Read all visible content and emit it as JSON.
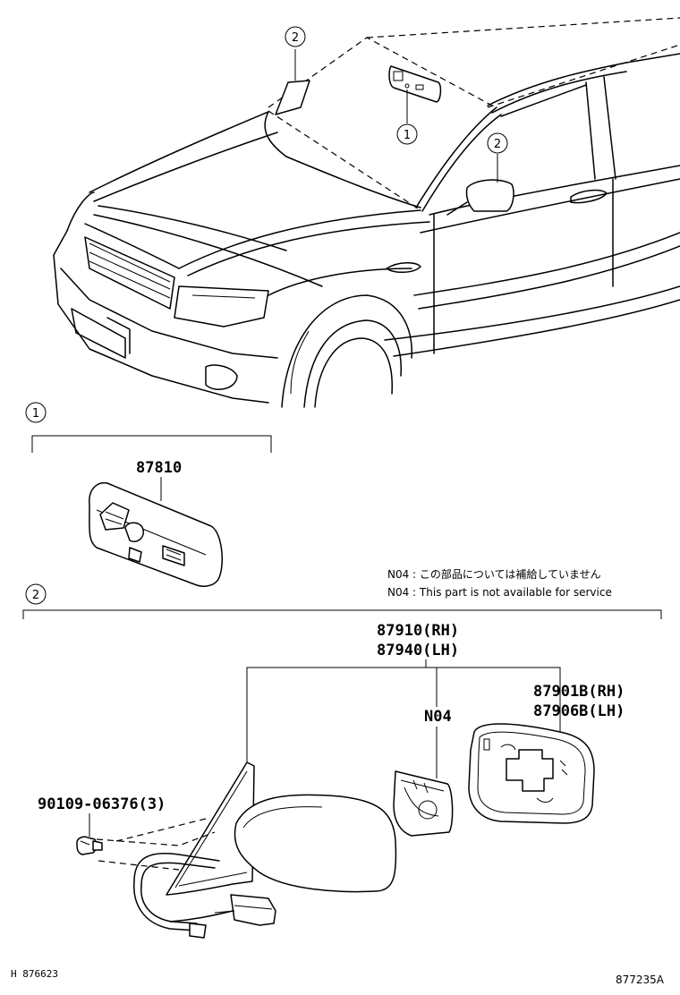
{
  "callouts": {
    "c1_top": "1",
    "c2_top_left": "2",
    "c2_top_right": "2",
    "c1_section": "1",
    "c2_section": "2",
    "c1_ref": "1",
    "c2_ref": "2"
  },
  "parts": {
    "inner_mirror": "87810",
    "outer_mirror_rh": "87910(RH)",
    "outer_mirror_lh": "87940(LH)",
    "mirror_glass_rh": "87901B(RH)",
    "mirror_glass_lh": "87906B(LH)",
    "motor_note_code": "N04",
    "screw": "90109-06376(3)"
  },
  "notes": {
    "line_jp": "N04 :  この部品については補給していません",
    "line_en": "N04 :  This part is not available for service"
  },
  "footer": {
    "left_code": "H  876623",
    "right_code": "877235A"
  }
}
